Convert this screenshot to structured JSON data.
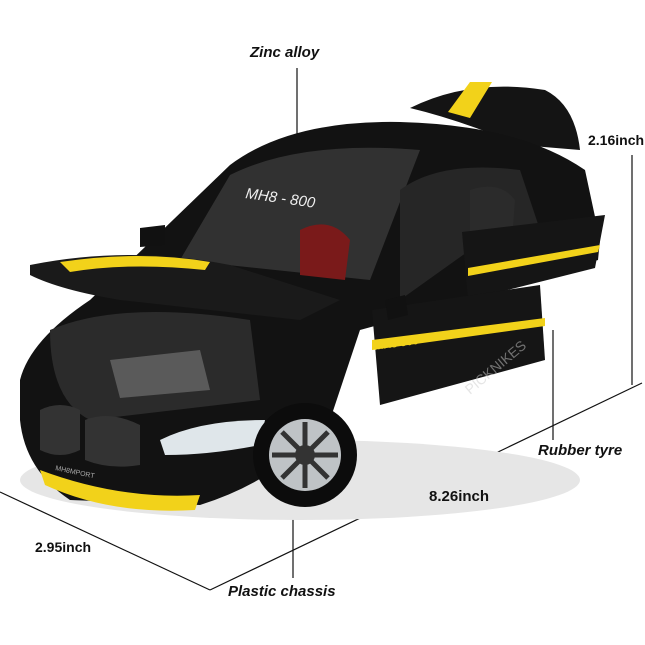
{
  "labels": {
    "material": "Zinc alloy",
    "height": "2.16inch",
    "tyre": "Rubber tyre",
    "length": "8.26inch",
    "width": "2.95inch",
    "chassis": "Plastic chassis"
  },
  "car": {
    "windshield_text": "MH8 - 800",
    "door_text": "MH8 800",
    "plate_text": "MH8MPORT",
    "body_color": "#111111",
    "stripe_color": "#f2d21a"
  },
  "watermark": "PICKNIKES"
}
